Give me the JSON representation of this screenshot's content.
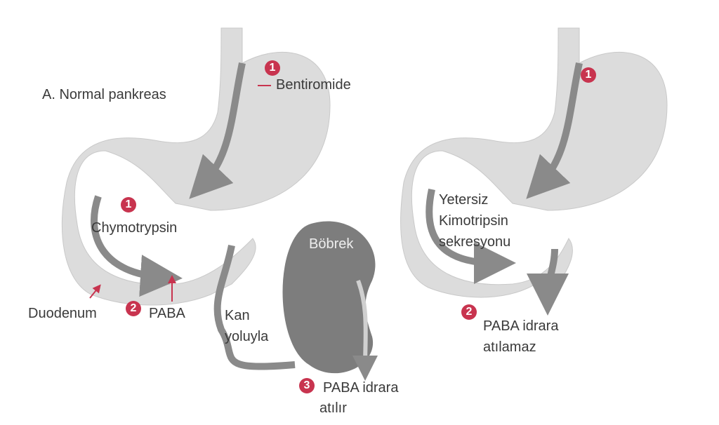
{
  "title": "A. Normal pankreas",
  "colors": {
    "badge": "#c8344f",
    "organ": "#dcdcdc",
    "arrow": "#8a8a8a",
    "kidney": "#7d7d7d"
  },
  "left": {
    "step1_stomach": {
      "number": "1",
      "label": "Bentiromide"
    },
    "step1_duodenum": {
      "number": "1",
      "label": "Chymotrypsin"
    },
    "duodenum": "Duodenum",
    "step2": {
      "number": "2",
      "label": "PABA"
    },
    "blood": {
      "line1": "Kan",
      "line2": "yoluyla"
    },
    "kidney": "Böbrek",
    "step3": {
      "number": "3",
      "line1": "PABA idrara",
      "line2": "atılır"
    }
  },
  "right": {
    "step1": {
      "number": "1"
    },
    "note": {
      "line1": "Yetersiz",
      "line2": "Kimotripsin",
      "line3": "sekresyonu"
    },
    "step2": {
      "number": "2",
      "line1": "PABA idrara",
      "line2": "atılamaz"
    }
  }
}
